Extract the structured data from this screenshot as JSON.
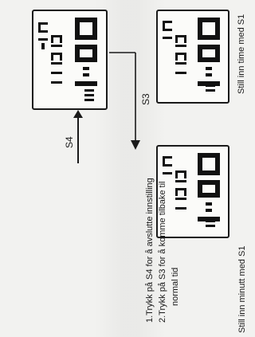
{
  "captions": {
    "top": "Still inn time med S1",
    "bottom": "Still inn minutt med S1"
  },
  "buttons": {
    "s4": "S4",
    "s3": "S3"
  },
  "instructions": [
    "1.Trykk på S4 for å avslutte innstilling",
    "2.Trykk på S3 for å komme tilbake til",
    "normal tid"
  ],
  "displays": [
    {
      "id": "normal",
      "time": "10:08",
      "big": "1:00",
      "small": "88",
      "indicator": "DT"
    },
    {
      "id": "hour-set",
      "time": "10:08",
      "big": "1:00",
      "small": "88",
      "indicator": "DT"
    },
    {
      "id": "minute-set",
      "time": "10:08",
      "big": "1:00",
      "small": "88",
      "indicator": "DT"
    }
  ]
}
